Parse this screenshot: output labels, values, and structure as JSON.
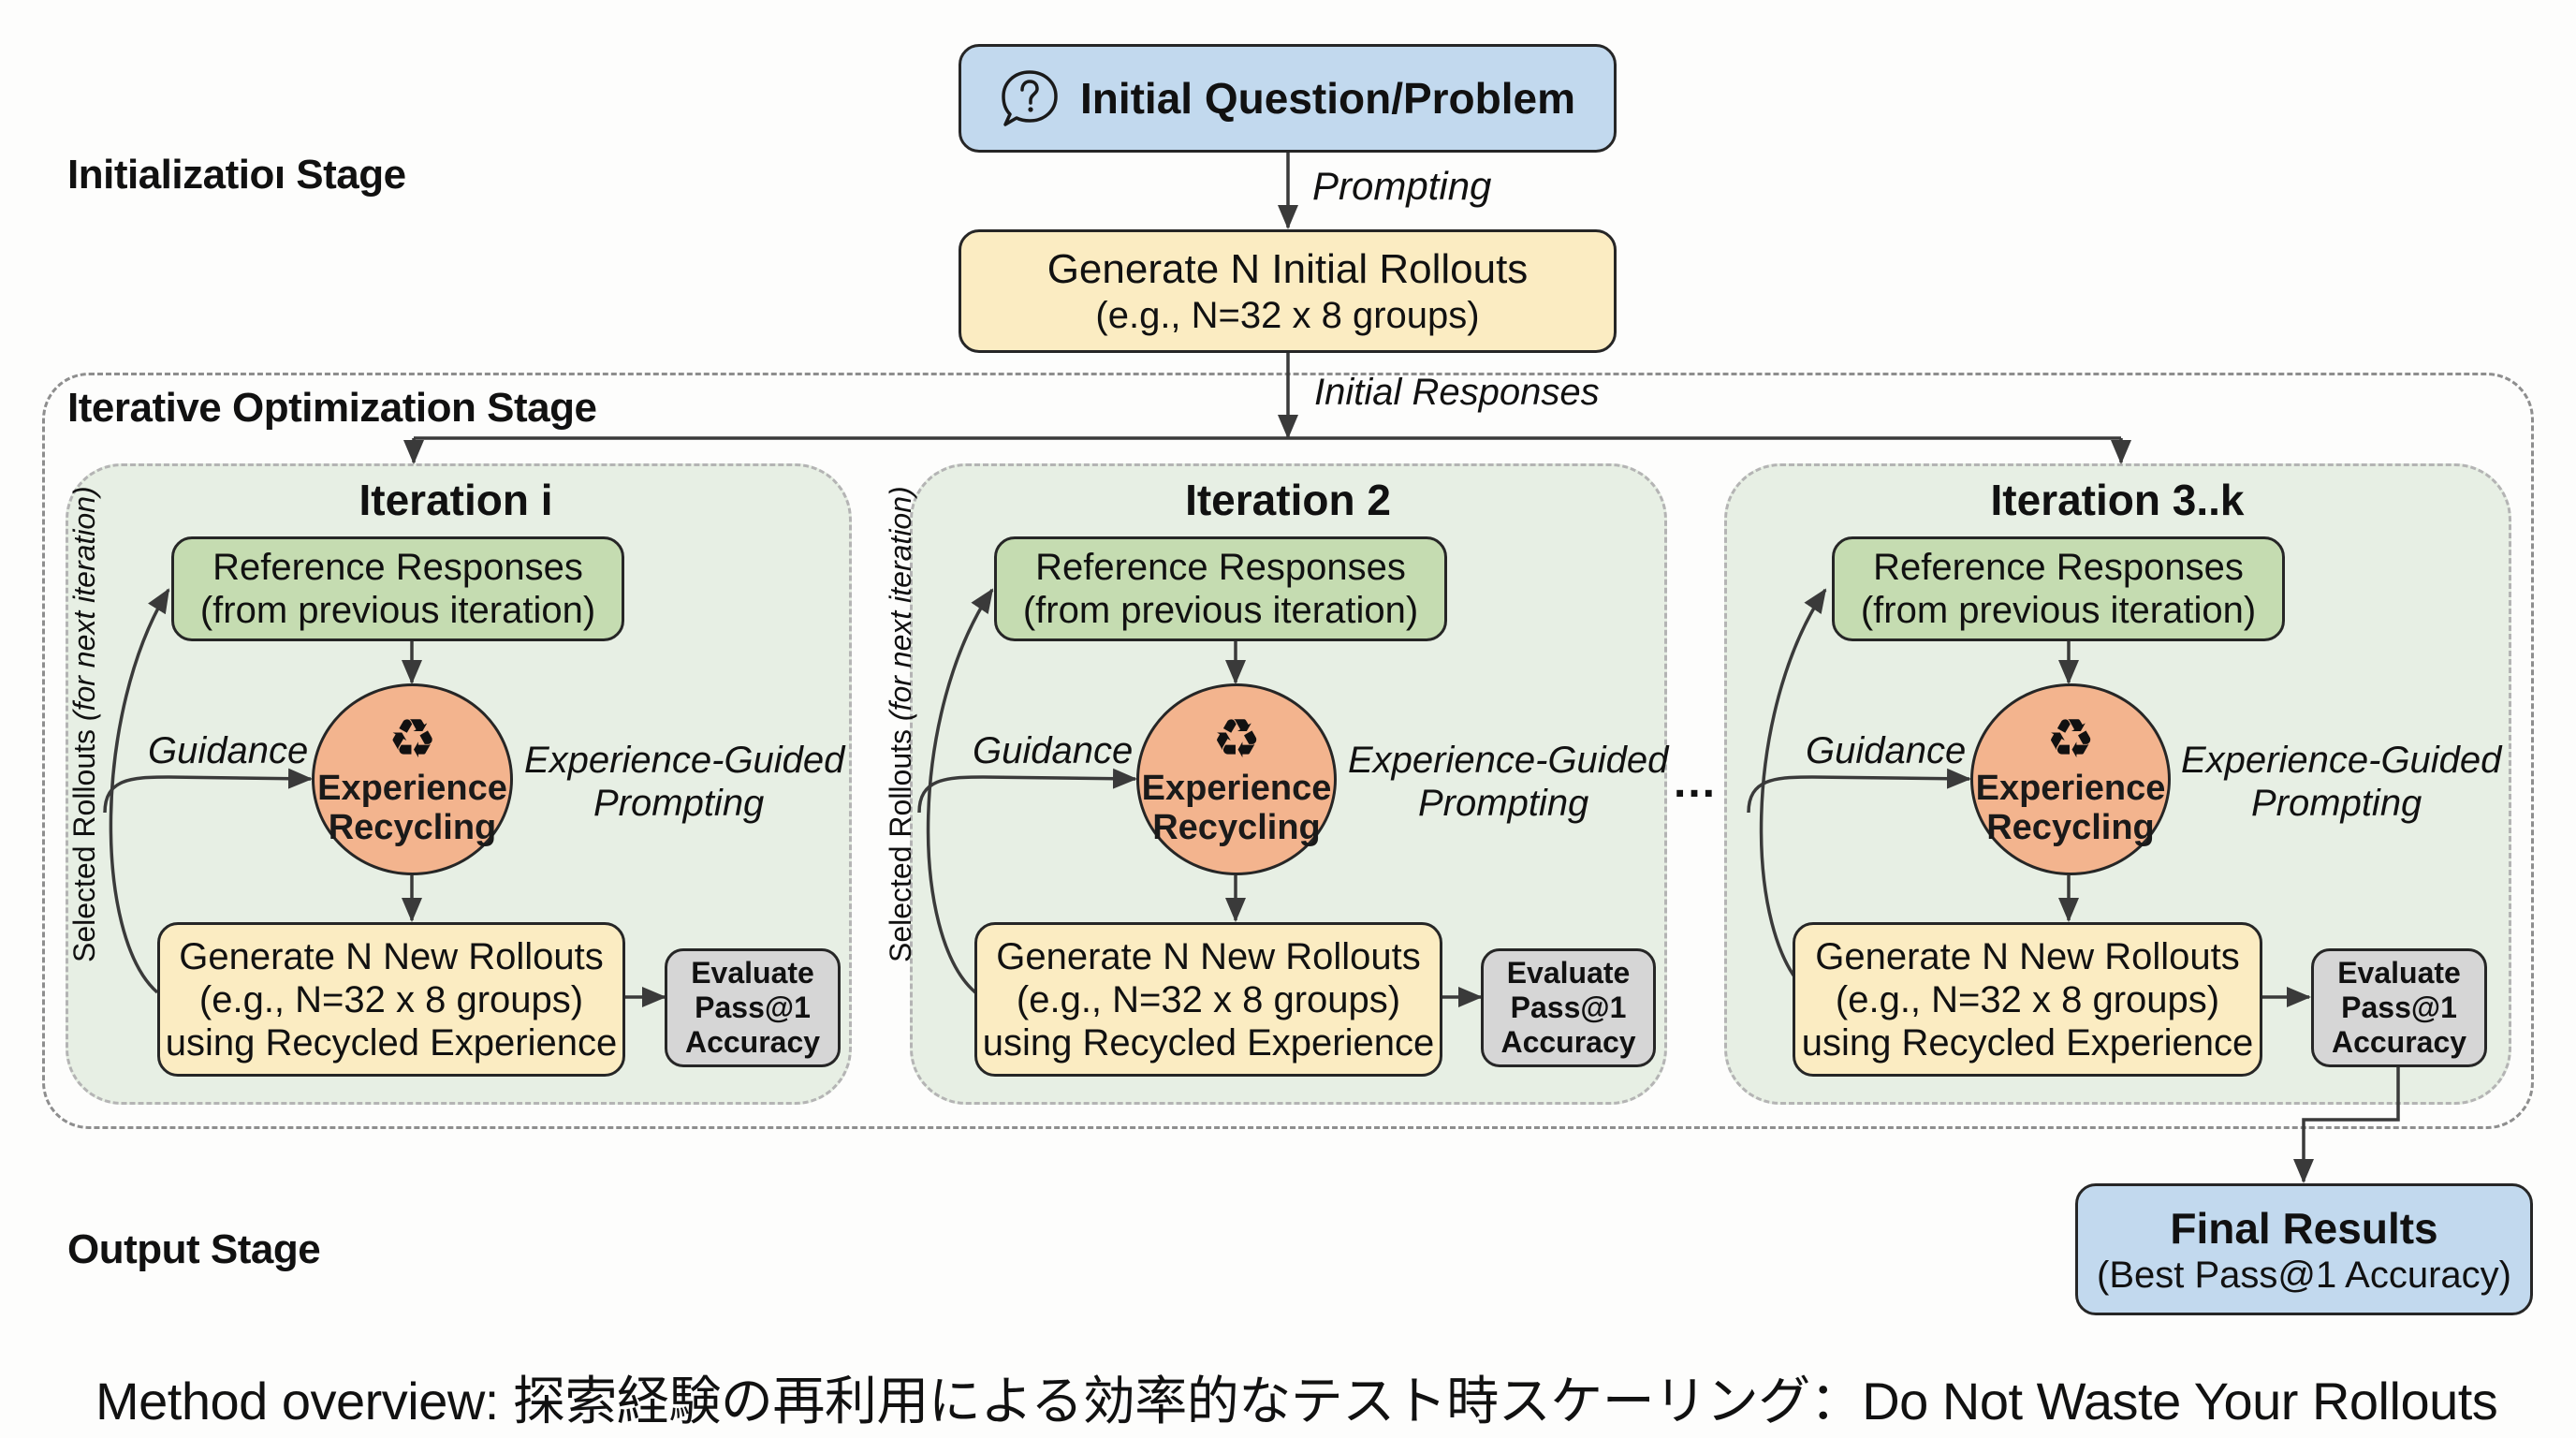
{
  "stages": {
    "initialization": "Initializatioı Stage",
    "iterative": "Iterative Optimization Stage",
    "output": "Output Stage"
  },
  "top": {
    "question_icon": "question-bubble-icon",
    "question_label": "Initial Question/Problem",
    "prompting_label": "Prompting",
    "generate_line1": "Generate N Initial Rollouts",
    "generate_line2": "(e.g., N=32 x 8 groups)",
    "initial_responses_label": "Initial Responses"
  },
  "iterations": [
    {
      "title": "Iteration i",
      "reference_line1": "Reference Responses",
      "reference_line2": "(from previous iteration)",
      "guidance_label": "Guidance",
      "recycle_icon": "recycle-icon",
      "recycling_line1": "Experience",
      "recycling_line2": "Recycling",
      "guided_line1": "Experience-Guided",
      "guided_line2": "Prompting",
      "generate_line1": "Generate N New Rollouts",
      "generate_line2": "(e.g., N=32 x 8 groups)",
      "generate_line3": "using Recycled Experience",
      "evaluate_line1": "Evaluate",
      "evaluate_line2": "Pass@1",
      "evaluate_line3": "Accuracy",
      "selected_label": "Selected Rollouts",
      "selected_note": "(for next iteration)"
    },
    {
      "title": "Iteration 2",
      "reference_line1": "Reference Responses",
      "reference_line2": "(from previous iteration)",
      "guidance_label": "Guidance",
      "recycle_icon": "recycle-icon",
      "recycling_line1": "Experience",
      "recycling_line2": "Recycling",
      "guided_line1": "Experience-Guided",
      "guided_line2": "Prompting",
      "generate_line1": "Generate N New Rollouts",
      "generate_line2": "(e.g., N=32 x 8 groups)",
      "generate_line3": "using Recycled Experience",
      "evaluate_line1": "Evaluate",
      "evaluate_line2": "Pass@1",
      "evaluate_line3": "Accuracy",
      "selected_label": "Selected Rollouts",
      "selected_note": "(for next iteration)"
    },
    {
      "title": "Iteration 3..k",
      "reference_line1": "Reference Responses",
      "reference_line2": "(from previous iteration)",
      "guidance_label": "Guidance",
      "recycle_icon": "recycle-icon",
      "recycling_line1": "Experience",
      "recycling_line2": "Recycling",
      "guided_line1": "Experience-Guided",
      "guided_line2": "Prompting",
      "generate_line1": "Generate N New Rollouts",
      "generate_line2": "(e.g., N=32 x 8 groups)",
      "generate_line3": "using Recycled Experience",
      "evaluate_line1": "Evaluate",
      "evaluate_line2": "Pass@1",
      "evaluate_line3": "Accuracy"
    }
  ],
  "ellipsis": "...",
  "final": {
    "title": "Final Results",
    "subtitle": "(Best Pass@1 Accuracy)"
  },
  "caption": "Method overview: 探索経験の再利用による効率的なテスト時スケーリング：Do Not Waste Your Rollouts",
  "colors": {
    "blue_box": "#c2d9ee",
    "yellow_box": "#fbecc2",
    "green_box": "#c5dcb1",
    "orange_circle": "#f3b48e",
    "gray_box": "#d6d6d6",
    "panel_bg": "#e7efe4"
  }
}
